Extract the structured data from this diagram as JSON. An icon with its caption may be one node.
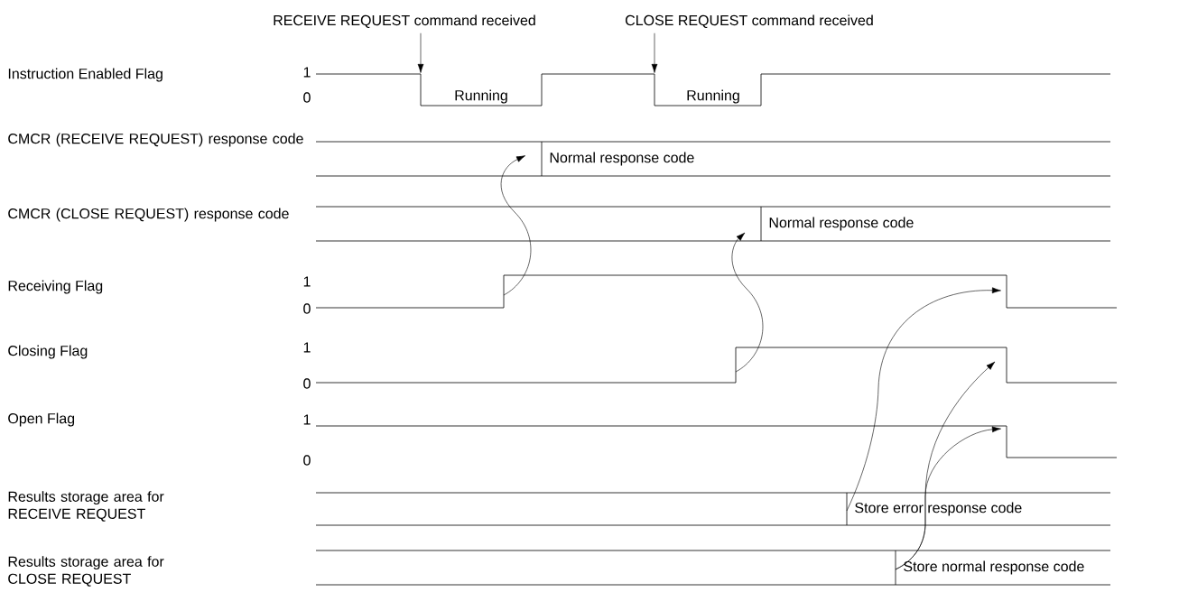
{
  "diagram": {
    "nodes": [
      {
        "text": [
          "RECEIVE REQUEST command received"
        ]
      },
      {
        "text": [
          "CLOSE REQUEST command received"
        ]
      },
      {
        "text": [
          "Normal response code"
        ]
      },
      {
        "text": [
          "Normal response code"
        ]
      },
      {
        "text": [
          "Store error response code"
        ]
      },
      {
        "text": [
          "Store normal response code"
        ]
      }
    ],
    "edges": [
      {
        "from": 0,
        "to": null,
        "arrow": "to"
      },
      {
        "from": 1,
        "to": null,
        "arrow": "to"
      },
      {
        "from": null,
        "to": 2,
        "arrow": "to"
      },
      {
        "from": null,
        "to": 3,
        "arrow": "to"
      },
      {
        "from": 4,
        "to": null,
        "arrow": "to"
      },
      {
        "from": 5,
        "to": null,
        "arrow": "to"
      },
      {
        "from": 5,
        "to": null,
        "arrow": "to"
      }
    ],
    "labels": [
      "Instruction Enabled Flag",
      "1",
      "0",
      "Running",
      "Running",
      "CMCR (RECEIVE REQUEST) response code",
      "CMCR (CLOSE REQUEST) response code",
      "Receiving Flag",
      "1",
      "0",
      "Closing Flag",
      "1",
      "0",
      "Open Flag",
      "1",
      "0",
      "Results storage area for RECEIVE REQUEST",
      "Results storage area for CLOSE REQUEST"
    ]
  }
}
